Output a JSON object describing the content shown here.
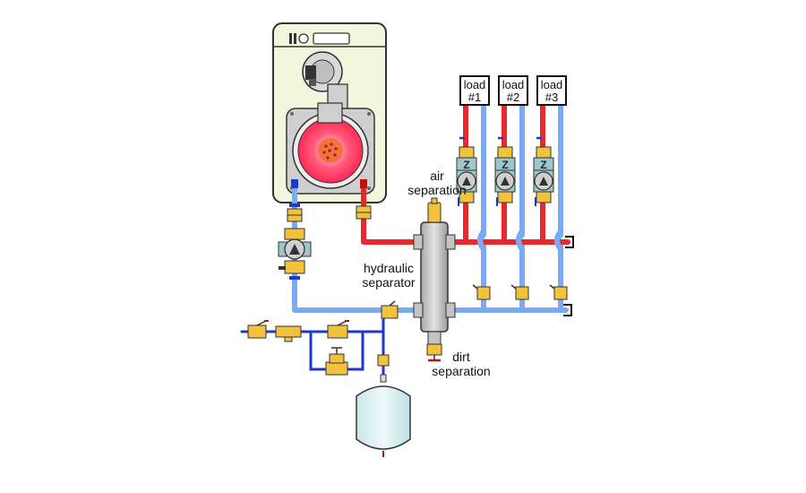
{
  "labels": {
    "air_separation": [
      "air",
      "separation"
    ],
    "hydraulic_separator": [
      "hydraulic",
      "separator"
    ],
    "dirt_separation": [
      "dirt",
      "separation"
    ]
  },
  "loads": [
    {
      "line1": "load",
      "line2": "#1"
    },
    {
      "line1": "load",
      "line2": "#2"
    },
    {
      "line1": "load",
      "line2": "#3"
    }
  ],
  "colors": {
    "supply_pipe": "#e8282a",
    "return_pipe": "#7aaaf0",
    "cold_water_pipe": "#1c3ad0",
    "boiler_body": "#f2f6dc",
    "brass": "#f2c23c",
    "separator_body": "#c4c4c4",
    "expansion_tank": "#def1f3"
  }
}
